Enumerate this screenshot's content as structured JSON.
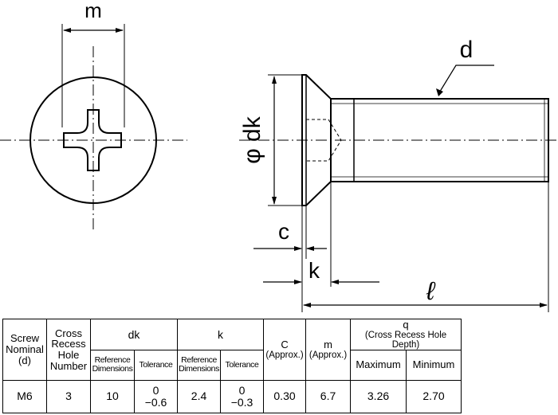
{
  "drawing": {
    "labels": {
      "m": "m",
      "d": "d",
      "phi_dk": "φ dk",
      "c": "c",
      "k": "k",
      "ell": "ℓ"
    }
  },
  "table": {
    "headers": {
      "screw_nominal": [
        "Screw",
        "Nominal",
        "(d)"
      ],
      "cross_recess_hole_number": [
        "Cross",
        "Recess",
        "Hole",
        "Number"
      ],
      "dk": "dk",
      "k": "k",
      "c": [
        "C",
        "(Approx.)"
      ],
      "m": [
        "m",
        "(Approx.)"
      ],
      "q": [
        "q",
        "(Cross Recess Hole Depth)"
      ],
      "reference_dimensions": [
        "Reference",
        "Dimensions"
      ],
      "tolerance": "Tolerance",
      "maximum": "Maximum",
      "minimum": "Minimum"
    },
    "rows": [
      {
        "screw_nominal": "M6",
        "hole_number": "3",
        "dk_reference": "10",
        "dk_tolerance": [
          "0",
          "−0.6"
        ],
        "k_reference": "2.4",
        "k_tolerance": [
          "0",
          "−0.3"
        ],
        "c_approx": "0.30",
        "m_approx": "6.7",
        "q_max": "3.26",
        "q_min": "2.70"
      }
    ]
  }
}
